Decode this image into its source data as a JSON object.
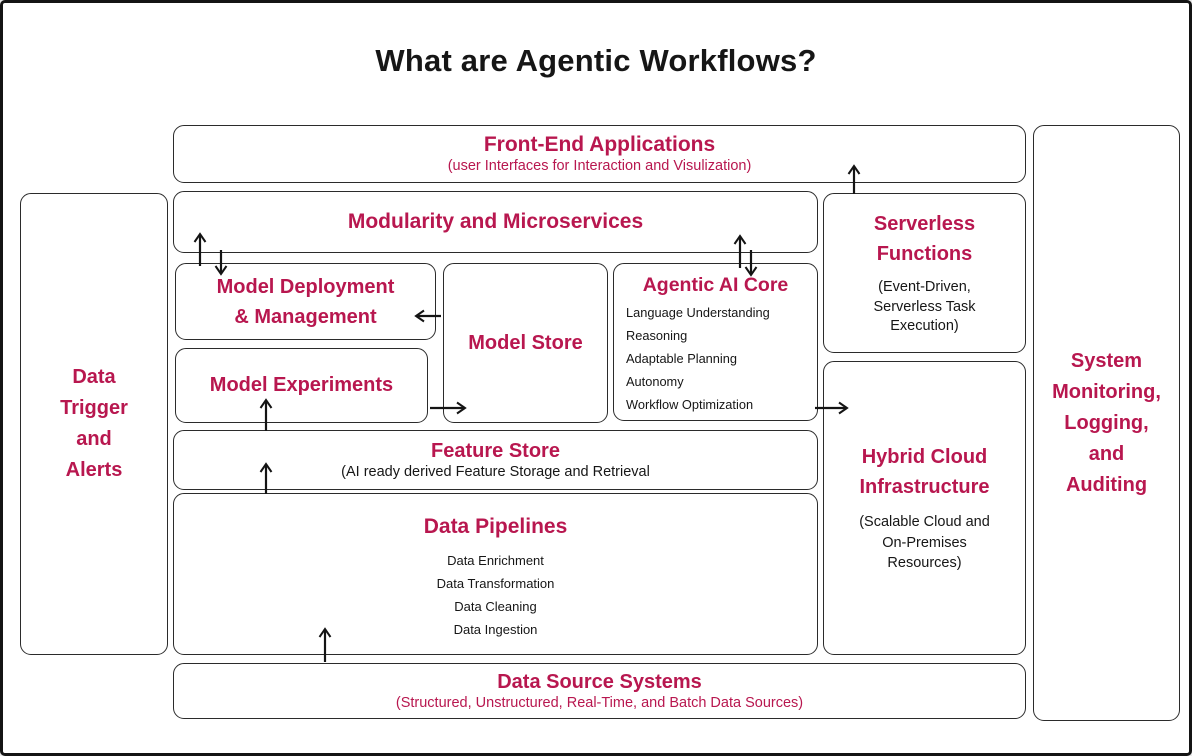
{
  "page_title": "What are Agentic Workflows?",
  "colors": {
    "accent": "#b8174f",
    "ink": "#161616"
  },
  "boxes": {
    "front_end": {
      "title": "Front-End Applications",
      "subtitle": "(user Interfaces for Interaction and Visulization)"
    },
    "modularity": {
      "title": "Modularity and Microservices"
    },
    "model_deployment": {
      "lines": [
        "Model Deployment",
        "& Management"
      ]
    },
    "model_store": {
      "title": "Model Store"
    },
    "agentic_core": {
      "title": "Agentic AI Core",
      "items": [
        "Language Understanding",
        "Reasoning",
        "Adaptable Planning",
        "Autonomy",
        "Workflow Optimization"
      ]
    },
    "serverless": {
      "lines": [
        "Serverless",
        "Functions"
      ],
      "subtitle": "(Event-Driven, Serverless Task Execution)"
    },
    "model_experiments": {
      "title": "Model Experiments"
    },
    "feature_store": {
      "title": "Feature Store",
      "subtitle": "(AI ready derived Feature Storage and Retrieval"
    },
    "hybrid_cloud": {
      "lines": [
        "Hybrid Cloud",
        "Infrastructure"
      ],
      "subtitle": "(Scalable Cloud and On-Premises Resources)"
    },
    "data_pipelines": {
      "title": "Data Pipelines",
      "items": [
        "Data Enrichment",
        "Data Transformation",
        "Data Cleaning",
        "Data Ingestion"
      ]
    },
    "data_source": {
      "title": "Data Source Systems",
      "subtitle": "(Structured, Unstructured, Real-Time, and Batch Data Sources)"
    },
    "data_trigger": {
      "lines": [
        "Data",
        "Trigger",
        "and",
        "Alerts"
      ]
    },
    "system_monitoring": {
      "lines": [
        "System",
        "Monitoring,",
        "Logging,",
        "and",
        "Auditing"
      ]
    }
  }
}
